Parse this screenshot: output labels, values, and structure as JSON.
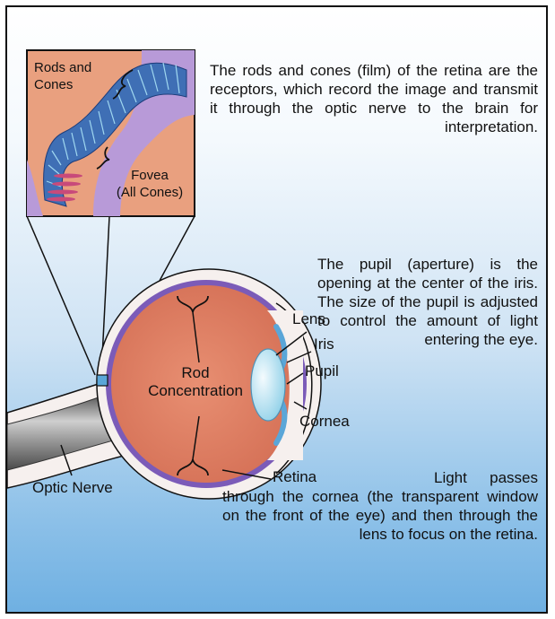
{
  "paragraphs": {
    "retina": "The rods and cones (film) of the retina are the receptors, which record the image and transmit it through the optic nerve to the brain for interpretation.",
    "pupil": "The pupil (aperture) is the opening at the center of the iris. The size of the pupil is adjusted to control the amount of light entering the eye.",
    "light": "Light passes through the cornea (the transparent window on the front of the eye) and then through the lens to focus on the retina."
  },
  "inset": {
    "rods_cones_line1": "Rods and",
    "rods_cones_line2": "Cones",
    "fovea_line1": "Fovea",
    "fovea_line2": "(All Cones)"
  },
  "labels": {
    "lens": "Lens",
    "iris": "Iris",
    "pupil": "Pupil",
    "cornea": "Cornea",
    "rod_line1": "Rod",
    "rod_line2": "Concentration",
    "retina": "Retina",
    "optic_nerve": "Optic Nerve"
  },
  "colors": {
    "eye_interior": "#e0856a",
    "sclera": "#f6f0ee",
    "retina_band": "#7b5bb8",
    "lens": "#b9e4f2",
    "nerve": "#8a8a8a",
    "inset_bg": "#e9a07f",
    "inset_purple": "#b89ad8"
  }
}
